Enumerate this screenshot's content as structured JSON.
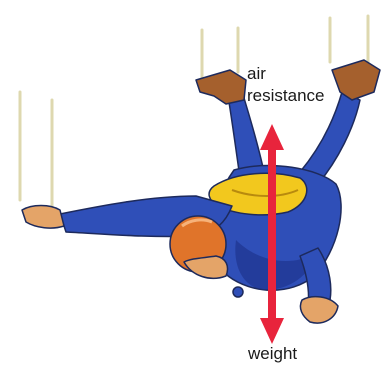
{
  "labels": {
    "upward_force_line1": "air",
    "upward_force_line2": "resistance",
    "downward_force": "weight"
  },
  "colors": {
    "arrow": "#e8243c",
    "suit": "#2f4fb8",
    "suit_shadow": "#1d3187",
    "helmet": "#e0742a",
    "pack": "#f2c81e",
    "boot": "#a5602d",
    "skin": "#e4a468",
    "speed_lines": "#d9d2a2"
  },
  "icons": [
    "skydiver-figure",
    "force-arrow",
    "speed-lines"
  ]
}
